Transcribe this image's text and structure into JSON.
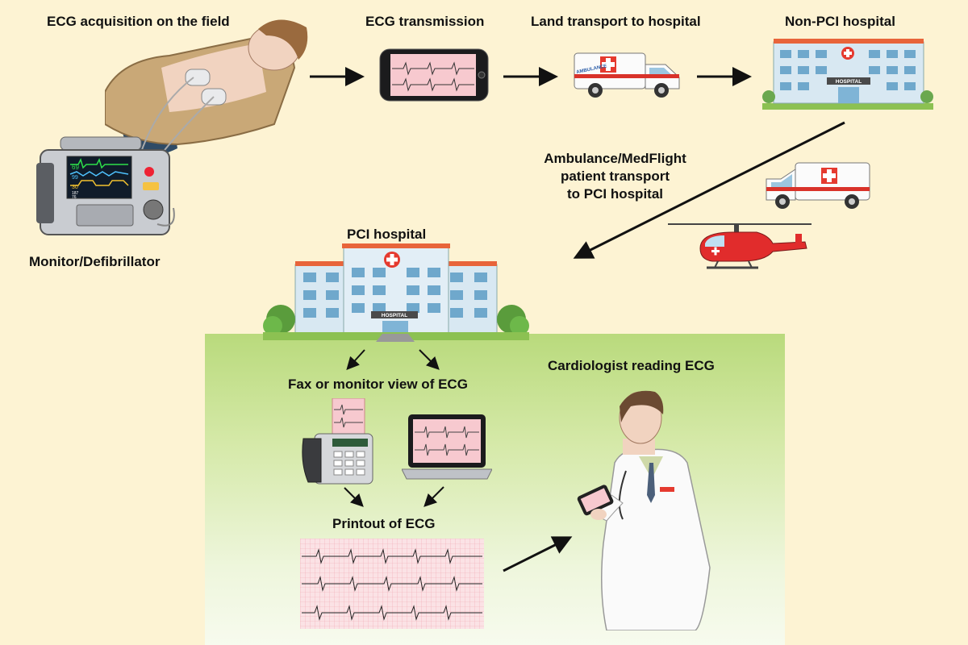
{
  "labels": {
    "acquisition": "ECG acquisition on the field",
    "transmission": "ECG transmission",
    "land_transport": "Land transport to hospital",
    "non_pci": "Non-PCI hospital",
    "transport_line1": "Ambulance/MedFlight",
    "transport_line2": "patient transport",
    "transport_line3": "to PCI hospital",
    "monitor": "Monitor/Defibrillator",
    "pci": "PCI hospital",
    "fax_monitor": "Fax or monitor view of ECG",
    "printout": "Printout of ECG",
    "cardiologist": "Cardiologist reading ECG"
  },
  "monitor_readouts": {
    "hr": "69",
    "spo2": "99",
    "resp": "30",
    "bp_sys": "187",
    "bp_dia": "76"
  },
  "signage": {
    "hospital": "HOSPITAL",
    "ambulance": "AMBULANCE"
  },
  "colors": {
    "background": "#fdf3d3",
    "field_green": "#b9da7c",
    "ecg_pink": "#f7c9cf",
    "cross_red": "#e53a2f",
    "roof_orange": "#e8643a",
    "building_blue": "#cfe3f0"
  }
}
